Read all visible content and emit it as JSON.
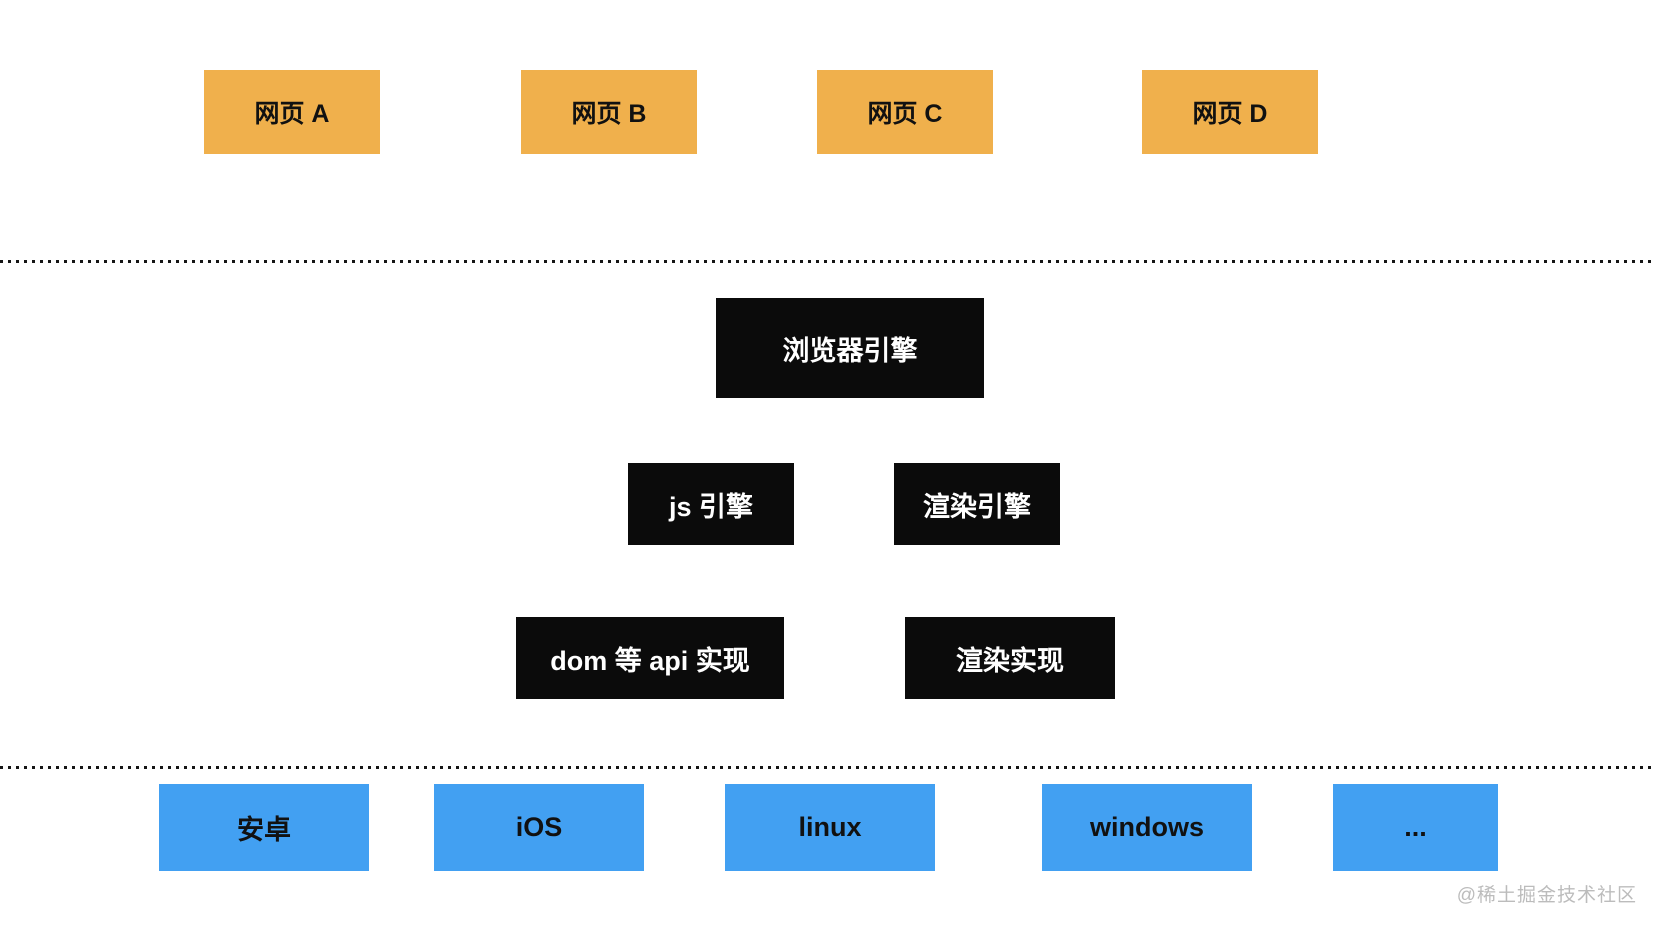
{
  "diagram": {
    "title_semantic": "browser-architecture-diagram",
    "webpages": [
      {
        "label": "网页 A"
      },
      {
        "label": "网页 B"
      },
      {
        "label": "网页 C"
      },
      {
        "label": "网页 D"
      }
    ],
    "browser_engine": {
      "label": "浏览器引擎"
    },
    "sub_engines": [
      {
        "label": "js 引擎"
      },
      {
        "label": "渲染引擎"
      }
    ],
    "implementations": [
      {
        "label": "dom 等 api 实现"
      },
      {
        "label": "渲染实现"
      }
    ],
    "operating_systems": [
      {
        "label": "安卓"
      },
      {
        "label": "iOS"
      },
      {
        "label": "linux"
      },
      {
        "label": "windows"
      },
      {
        "label": "..."
      }
    ],
    "watermark": "@稀土掘金技术社区"
  },
  "colors": {
    "webpage_box": "#F0B04C",
    "engine_box": "#0B0B0B",
    "os_box": "#42A0F2",
    "engine_text": "#FFFFFF",
    "label_text": "#111111",
    "divider": "#151515",
    "watermark_text": "#BCBCBC",
    "background": "#FFFFFF"
  }
}
